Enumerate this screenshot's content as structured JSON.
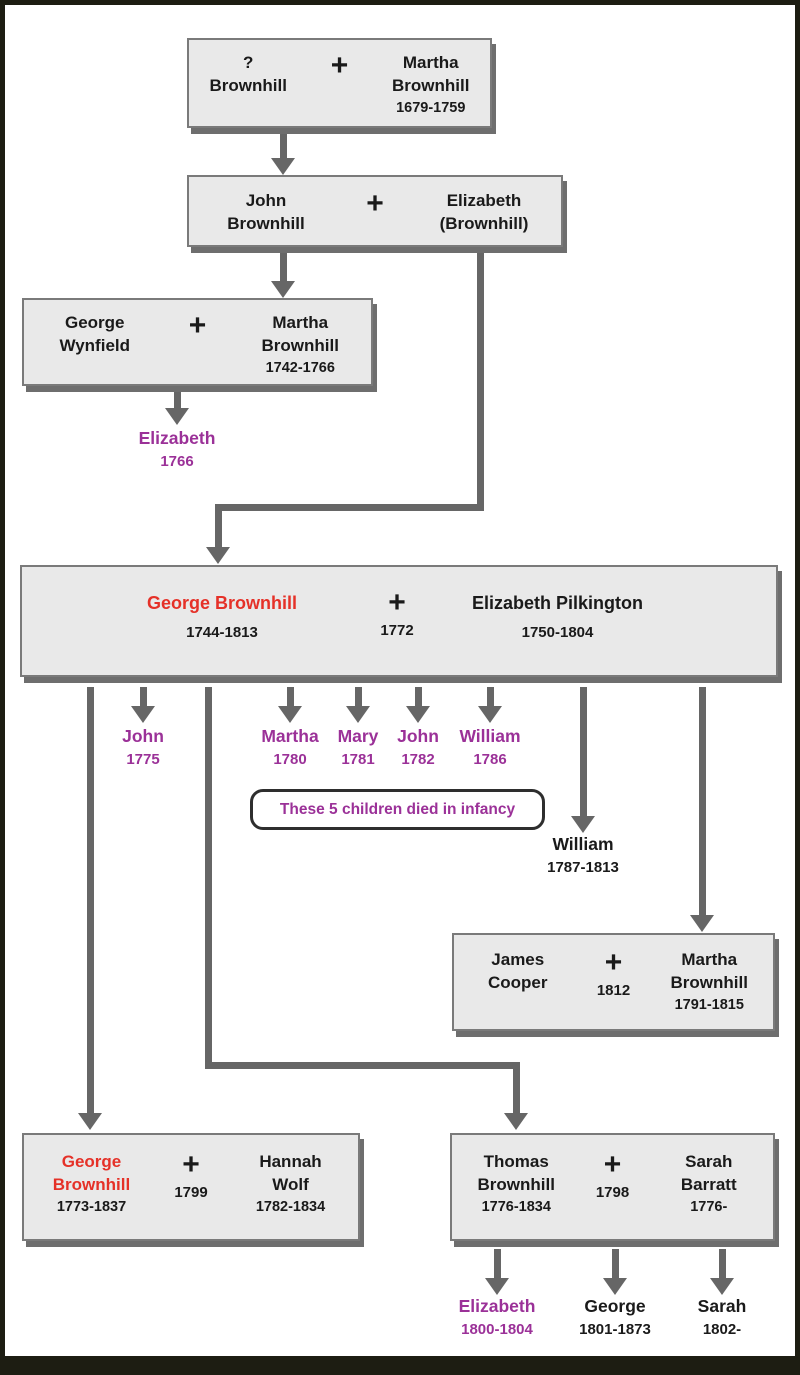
{
  "colors": {
    "red": "#e53128",
    "purple": "#9b3198",
    "line": "#666666",
    "box_fill": "#e9e9e9",
    "box_border": "#7a7a7a",
    "shadow": "#6e6e6e",
    "frame": "#1d1d12"
  },
  "boxes": {
    "gen1": {
      "left": {
        "name": "?\nBrownhill"
      },
      "plus": "+",
      "right": {
        "name": "Martha\nBrownhill",
        "dates": "1679-1759"
      }
    },
    "gen2": {
      "left": {
        "name": "John\nBrownhill"
      },
      "plus": "+",
      "right": {
        "name": "Elizabeth\n(Brownhill)"
      }
    },
    "wynfield": {
      "left": {
        "name": "George\nWynfield"
      },
      "plus": "+",
      "right": {
        "name": "Martha\nBrownhill",
        "dates": "1742-1766"
      }
    },
    "main": {
      "left": {
        "name": "George Brownhill",
        "dates": "1744-1813"
      },
      "plus": "+",
      "year": "1772",
      "right": {
        "name": "Elizabeth Pilkington",
        "dates": "1750-1804"
      }
    },
    "cooper": {
      "left": {
        "name": "James\nCooper"
      },
      "plus": "+",
      "year": "1812",
      "right": {
        "name": "Martha\nBrownhill",
        "dates": "1791-1815"
      }
    },
    "george_hannah": {
      "left": {
        "name": "George\nBrownhill",
        "dates": "1773-1837"
      },
      "plus": "+",
      "year": "1799",
      "right": {
        "name": "Hannah\nWolf",
        "dates": "1782-1834"
      }
    },
    "thomas_sarah": {
      "left": {
        "name": "Thomas\nBrownhill",
        "dates": "1776-1834"
      },
      "plus": "+",
      "year": "1798",
      "right": {
        "name": "Sarah\nBarratt",
        "dates": "1776-"
      }
    }
  },
  "children": {
    "elizabeth1766": {
      "name": "Elizabeth",
      "dates": "1766"
    },
    "john1775": {
      "name": "John",
      "dates": "1775"
    },
    "martha1780": {
      "name": "Martha",
      "dates": "1780"
    },
    "mary1781": {
      "name": "Mary",
      "dates": "1781"
    },
    "john1782": {
      "name": "John",
      "dates": "1782"
    },
    "william1786": {
      "name": "William",
      "dates": "1786"
    },
    "william1787": {
      "name": "William",
      "dates": "1787-1813"
    },
    "elizabeth1800": {
      "name": "Elizabeth",
      "dates": "1800-1804"
    },
    "george1801": {
      "name": "George",
      "dates": "1801-1873"
    },
    "sarah1802": {
      "name": "Sarah",
      "dates": "1802-"
    }
  },
  "note": {
    "text": "These 5 children died in infancy"
  }
}
